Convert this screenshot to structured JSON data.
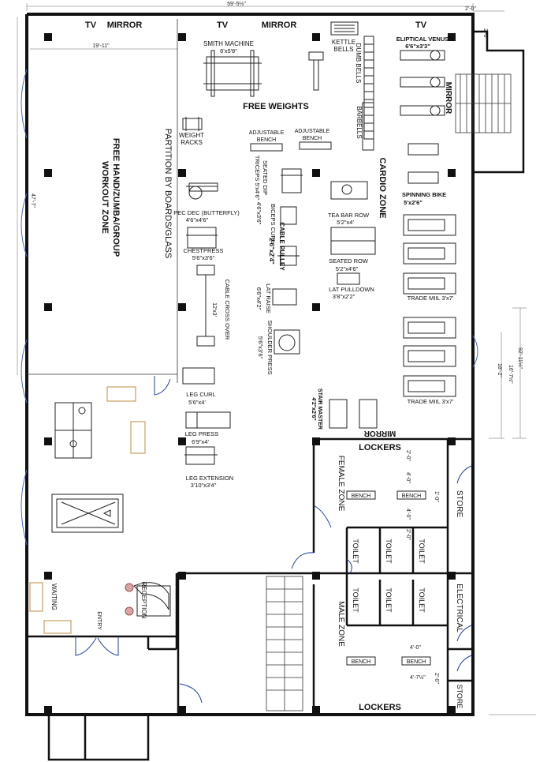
{
  "dimensions": {
    "overall_width": "59'-5½\"",
    "overall_depth": "47'-7\"",
    "zone_width": "19'-11\"",
    "top_right_a": "2'-0\"",
    "top_right_b": "2'-0\"",
    "right_total": "92'-11½\"",
    "right_a": "18'-2\"",
    "right_b": "16'-7½\"",
    "locker_a": "2'-0\"",
    "locker_b": "4'-0\"",
    "locker_c": "1'-0\"",
    "locker_d": "4'-0\"",
    "locker_e": "2'-0\"",
    "male_a": "4'-0\"",
    "male_b": "4'-7½\"",
    "male_c": "2'-0\""
  },
  "top_labels": {
    "tv_1": "TV",
    "mirror_1": "MIRROR",
    "tv_2": "TV",
    "mirror_2": "MIRROR",
    "tv_3": "TV"
  },
  "zones": {
    "free_hand": [
      "FREE HAND/ZUMBA/GROUP",
      "WORKOUT ZONE"
    ],
    "partition": "PARTITION BY BOARDS/GLASS",
    "free_weights": "FREE WEIGHTS",
    "cardio": "CARDIO ZONE",
    "mirror_right": "MIRROR",
    "mirror_bottom": "MIRROR"
  },
  "equipment": {
    "smith_name": "SMITH MACHINE",
    "smith_size": "6'x5'8\"",
    "kettle_1": "KETTLE",
    "kettle_2": "BELLS",
    "dumb_bells": "DUMB BELLS",
    "barbells": "BARBELLS",
    "elliptical_name": "ELIPTICAL VENUS",
    "elliptical_size": "6'6\"x3'3\"",
    "weight_racks_1": "WEIGHT",
    "weight_racks_2": "RACKS",
    "adj_bench_1a": "ADJUSTABLE",
    "adj_bench_1b": "BENCH",
    "adj_bench_2a": "ADJUSTABLE",
    "adj_bench_2b": "BENCH",
    "seated_dip_1": "SEATED DIP",
    "seated_dip_2": "TRICEPS 5'x4'6\"",
    "spinning_name": "SPINNING BIKE",
    "spinning_size": "5'x2'6\"",
    "pec_dec_name": "PEC DEC (BUTTERFLY)",
    "pec_dec_size": "4'6\"x4'6\"",
    "biceps_1": "BICEPS CURL",
    "biceps_2": "4'6\"x3'6\"",
    "tbar_name": "TEA BAR ROW",
    "tbar_size": "5'2\"x4'",
    "chest_name": "CHESTPRESS",
    "chest_size": "5'6\"x3'6\"",
    "cable_pulley_1": "CABLE PULLEY",
    "cable_pulley_2": "2'6\"x2'4\"",
    "seated_row_name": "SEATED ROW",
    "seated_row_size": "5'2\"x4'6\"",
    "cable_cross": "CABLE CROSS OVER",
    "cable_cross_size": "12'x3'",
    "lat_pull_name": "LAT PULLDOWN",
    "lat_pull_size": "3'8\"x2'2\"",
    "lat_raise_1": "LAT RAISE",
    "lat_raise_2": "6'6\"x4'2\"",
    "shoulder_1": "SHOULDER PRESS",
    "shoulder_2": "5'6\"x3'6\"",
    "treadmill_1": "TRADE MIIL 3'x7'",
    "treadmill_2": "TRADE MIIL 3'x7'",
    "leg_curl_name": "LEG CURL",
    "leg_curl_size": "5'6\"x4'",
    "stair_1": "STAIR MASTER",
    "stair_2": "4'2\"x2'6\"",
    "leg_press_name": "LEG PRESS",
    "leg_press_size": "6'9\"x4'",
    "leg_ext_name": "LEG EXTENSION",
    "leg_ext_size": "3'10\"x3'4\""
  },
  "rooms": {
    "lockers_top": "LOCKERS",
    "female_zone": "FEMALE ZONE",
    "bench_1": "BENCH",
    "bench_2": "BENCH",
    "store_top": "STORE",
    "toilet_1": "TOILET",
    "toilet_2": "TOILET",
    "toilet_3": "TOILET",
    "toilet_4": "TOILET",
    "toilet_5": "TOILET",
    "toilet_6": "TOILET",
    "electrical": "ELECTRICAL",
    "male_zone": "MALE ZONE",
    "bench_3": "BENCH",
    "bench_4": "BENCH",
    "lockers_bottom": "LOCKERS",
    "store_bottom": "STORE",
    "waiting": "WAITING",
    "reception": "RECEPTION",
    "entry": "ENTRY"
  }
}
